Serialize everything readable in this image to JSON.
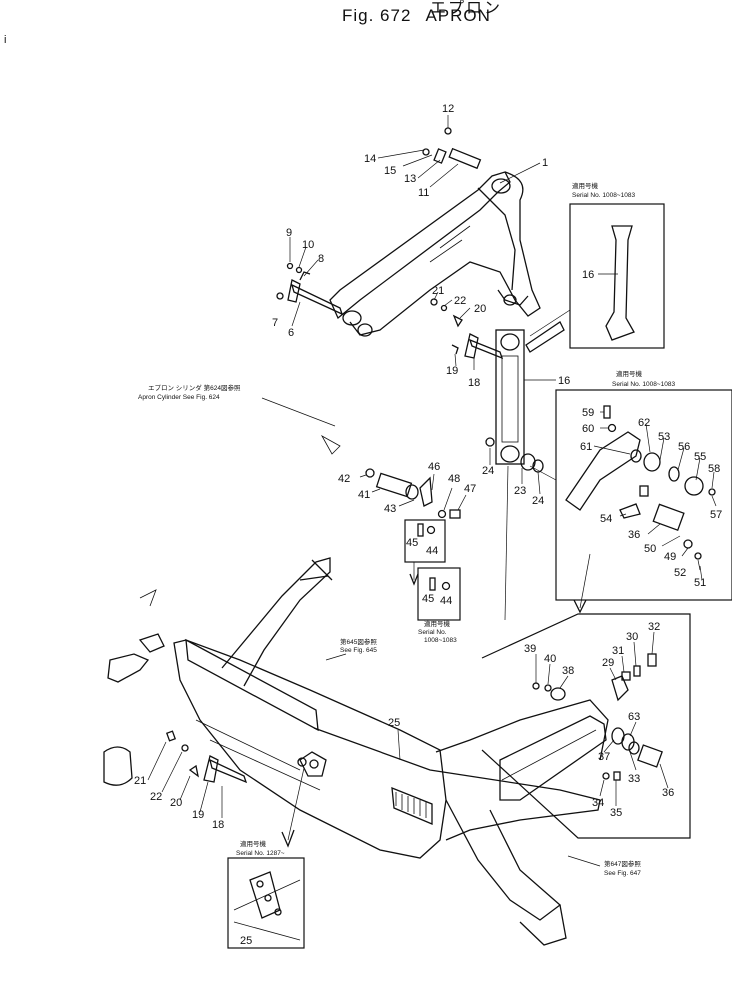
{
  "header": {
    "title_jp": "エプロン",
    "fig_label": "Fig. 672",
    "title": "APRON",
    "stray_mark": "i"
  },
  "notes": {
    "serial_top_jp": "適用号機",
    "serial_top": "Serial No. 1008~1083",
    "serial_mid_jp": "適用号機",
    "serial_mid": "Serial No. 1008~1083",
    "apron_cyl_jp": "エプロン シリンダ 第624図参照",
    "apron_cyl": "Apron Cylinder See Fig. 624",
    "serial_small_jp": "適用号機",
    "serial_small_1": "Serial No.",
    "serial_small_2": "1008~1083",
    "see645_jp": "第645図参照",
    "see645": "See Fig. 645",
    "see647_jp": "第647図参照",
    "see647": "See Fig. 647",
    "serial_bottom_jp": "適用号機",
    "serial_bottom": "Serial No. 1287~"
  },
  "callouts": {
    "c1": "1",
    "c6": "6",
    "c7": "7",
    "c8": "8",
    "c9": "9",
    "c10": "10",
    "c11": "11",
    "c12": "12",
    "c13": "13",
    "c14": "14",
    "c15": "15",
    "c16a": "16",
    "c16b": "16",
    "c18a": "18",
    "c19a": "19",
    "c20a": "20",
    "c21a": "21",
    "c22a": "22",
    "c18b": "18",
    "c19b": "19",
    "c20b": "20",
    "c21b": "21",
    "c22b": "22",
    "c23": "23",
    "c24a": "24",
    "c24b": "24",
    "c25a": "25",
    "c25b": "25",
    "c29": "29",
    "c30": "30",
    "c31": "31",
    "c32": "32",
    "c33": "33",
    "c34": "34",
    "c35": "35",
    "c36a": "36",
    "c36b": "36",
    "c37": "37",
    "c38": "38",
    "c39": "39",
    "c40": "40",
    "c41": "41",
    "c42": "42",
    "c43": "43",
    "c44a": "44",
    "c44b": "44",
    "c45a": "45",
    "c45b": "45",
    "c46": "46",
    "c47": "47",
    "c48": "48",
    "c49": "49",
    "c50": "50",
    "c51": "51",
    "c52": "52",
    "c53": "53",
    "c54": "54",
    "c55": "55",
    "c56": "56",
    "c57": "57",
    "c58": "58",
    "c59": "59",
    "c60": "60",
    "c61": "61",
    "c62": "62",
    "c63": "63"
  }
}
